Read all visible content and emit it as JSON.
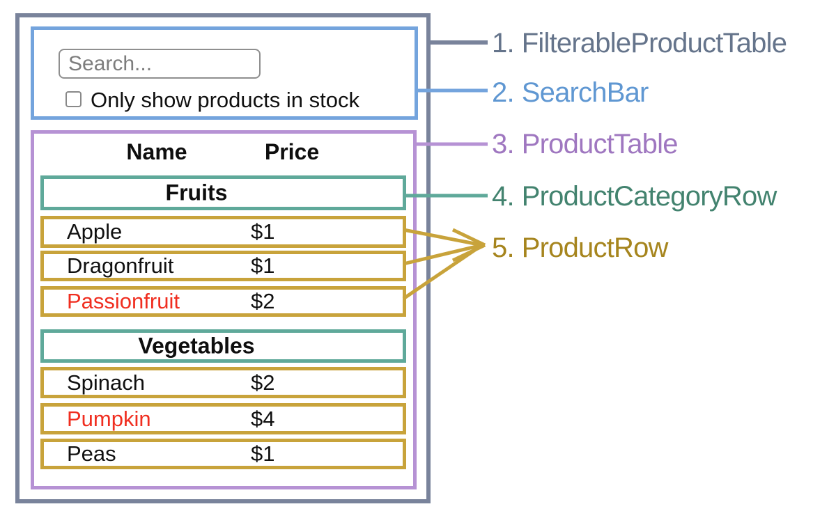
{
  "colors": {
    "filterable_product_table_border": "#79839B",
    "filterable_product_table_text": "#65748B",
    "search_bar_border": "#74A4DD",
    "search_bar_text": "#5F97D2",
    "product_table_border": "#B692D4",
    "product_table_text": "#9F77C0",
    "product_category_row_border": "#5FA99A",
    "product_category_row_text": "#43836F",
    "product_row_border": "#C8A33B",
    "product_row_text": "#A6851E",
    "out_of_stock_text": "#F02E20"
  },
  "search_bar": {
    "input_placeholder": "Search...",
    "input_value": "",
    "checkbox_label": "Only show products in stock",
    "checkbox_checked": false
  },
  "product_table": {
    "header": {
      "name": "Name",
      "price": "Price"
    },
    "sections": [
      {
        "category": "Fruits",
        "rows": [
          {
            "name": "Apple",
            "price": "$1",
            "in_stock": true
          },
          {
            "name": "Dragonfruit",
            "price": "$1",
            "in_stock": true
          },
          {
            "name": "Passionfruit",
            "price": "$2",
            "in_stock": false
          }
        ]
      },
      {
        "category": "Vegetables",
        "rows": [
          {
            "name": "Spinach",
            "price": "$2",
            "in_stock": true
          },
          {
            "name": "Pumpkin",
            "price": "$4",
            "in_stock": false
          },
          {
            "name": "Peas",
            "price": "$1",
            "in_stock": true
          }
        ]
      }
    ]
  },
  "legend": [
    {
      "num": "1.",
      "label": "FilterableProductTable"
    },
    {
      "num": "2.",
      "label": "SearchBar"
    },
    {
      "num": "3.",
      "label": "ProductTable"
    },
    {
      "num": "4.",
      "label": "ProductCategoryRow"
    },
    {
      "num": "5.",
      "label": "ProductRow"
    }
  ]
}
